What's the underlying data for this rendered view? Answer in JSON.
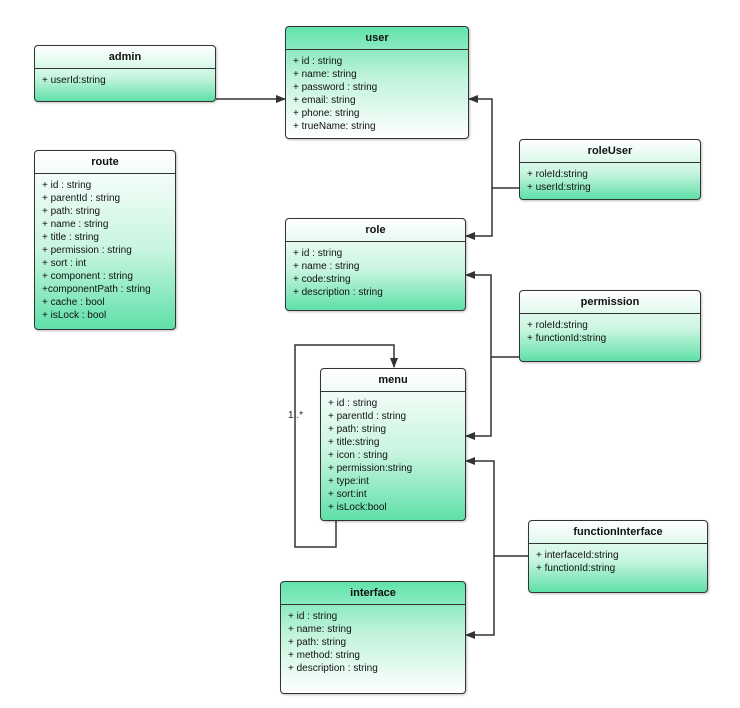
{
  "classes": {
    "admin": {
      "name": "admin",
      "attributes": [
        "+ userId:string"
      ]
    },
    "user": {
      "name": "user",
      "attributes": [
        "+ id : string",
        "+ name: string",
        "+ password : string",
        "+ email: string",
        "+ phone: string",
        "+ trueName: string"
      ]
    },
    "route": {
      "name": "route",
      "attributes": [
        "+ id : string",
        "+ parentId : string",
        "+ path: string",
        "+ name : string",
        "+ title : string",
        "+ permission : string",
        "+ sort : int",
        "+ component : string",
        "+componentPath : string",
        "+ cache : bool",
        "+ isLock : bool"
      ]
    },
    "roleUser": {
      "name": "roleUser",
      "attributes": [
        "+ roleId:string",
        "+ userId:string"
      ]
    },
    "role": {
      "name": "role",
      "attributes": [
        "+ id : string",
        "+ name : string",
        "+ code:string",
        "+ description : string"
      ]
    },
    "permission": {
      "name": "permission",
      "attributes": [
        "+ roleId:string",
        "+ functionId:string"
      ]
    },
    "menu": {
      "name": "menu",
      "attributes": [
        "+ id : string",
        "+ parentId : string",
        "+ path: string",
        "+ title:string",
        "+ icon : string",
        "+ permission:string",
        "+ type:int",
        "+ sort:int",
        "+ isLock:bool"
      ]
    },
    "functionInterface": {
      "name": "functionInterface",
      "attributes": [
        "+ interfaceId:string",
        "+ functionId:string"
      ]
    },
    "interface": {
      "name": "interface",
      "attributes": [
        "+ id : string",
        "+ name: string",
        "+ path: string",
        "+ method: string",
        "+ description : string"
      ]
    }
  },
  "menu_self_multiplicity": "1..*"
}
